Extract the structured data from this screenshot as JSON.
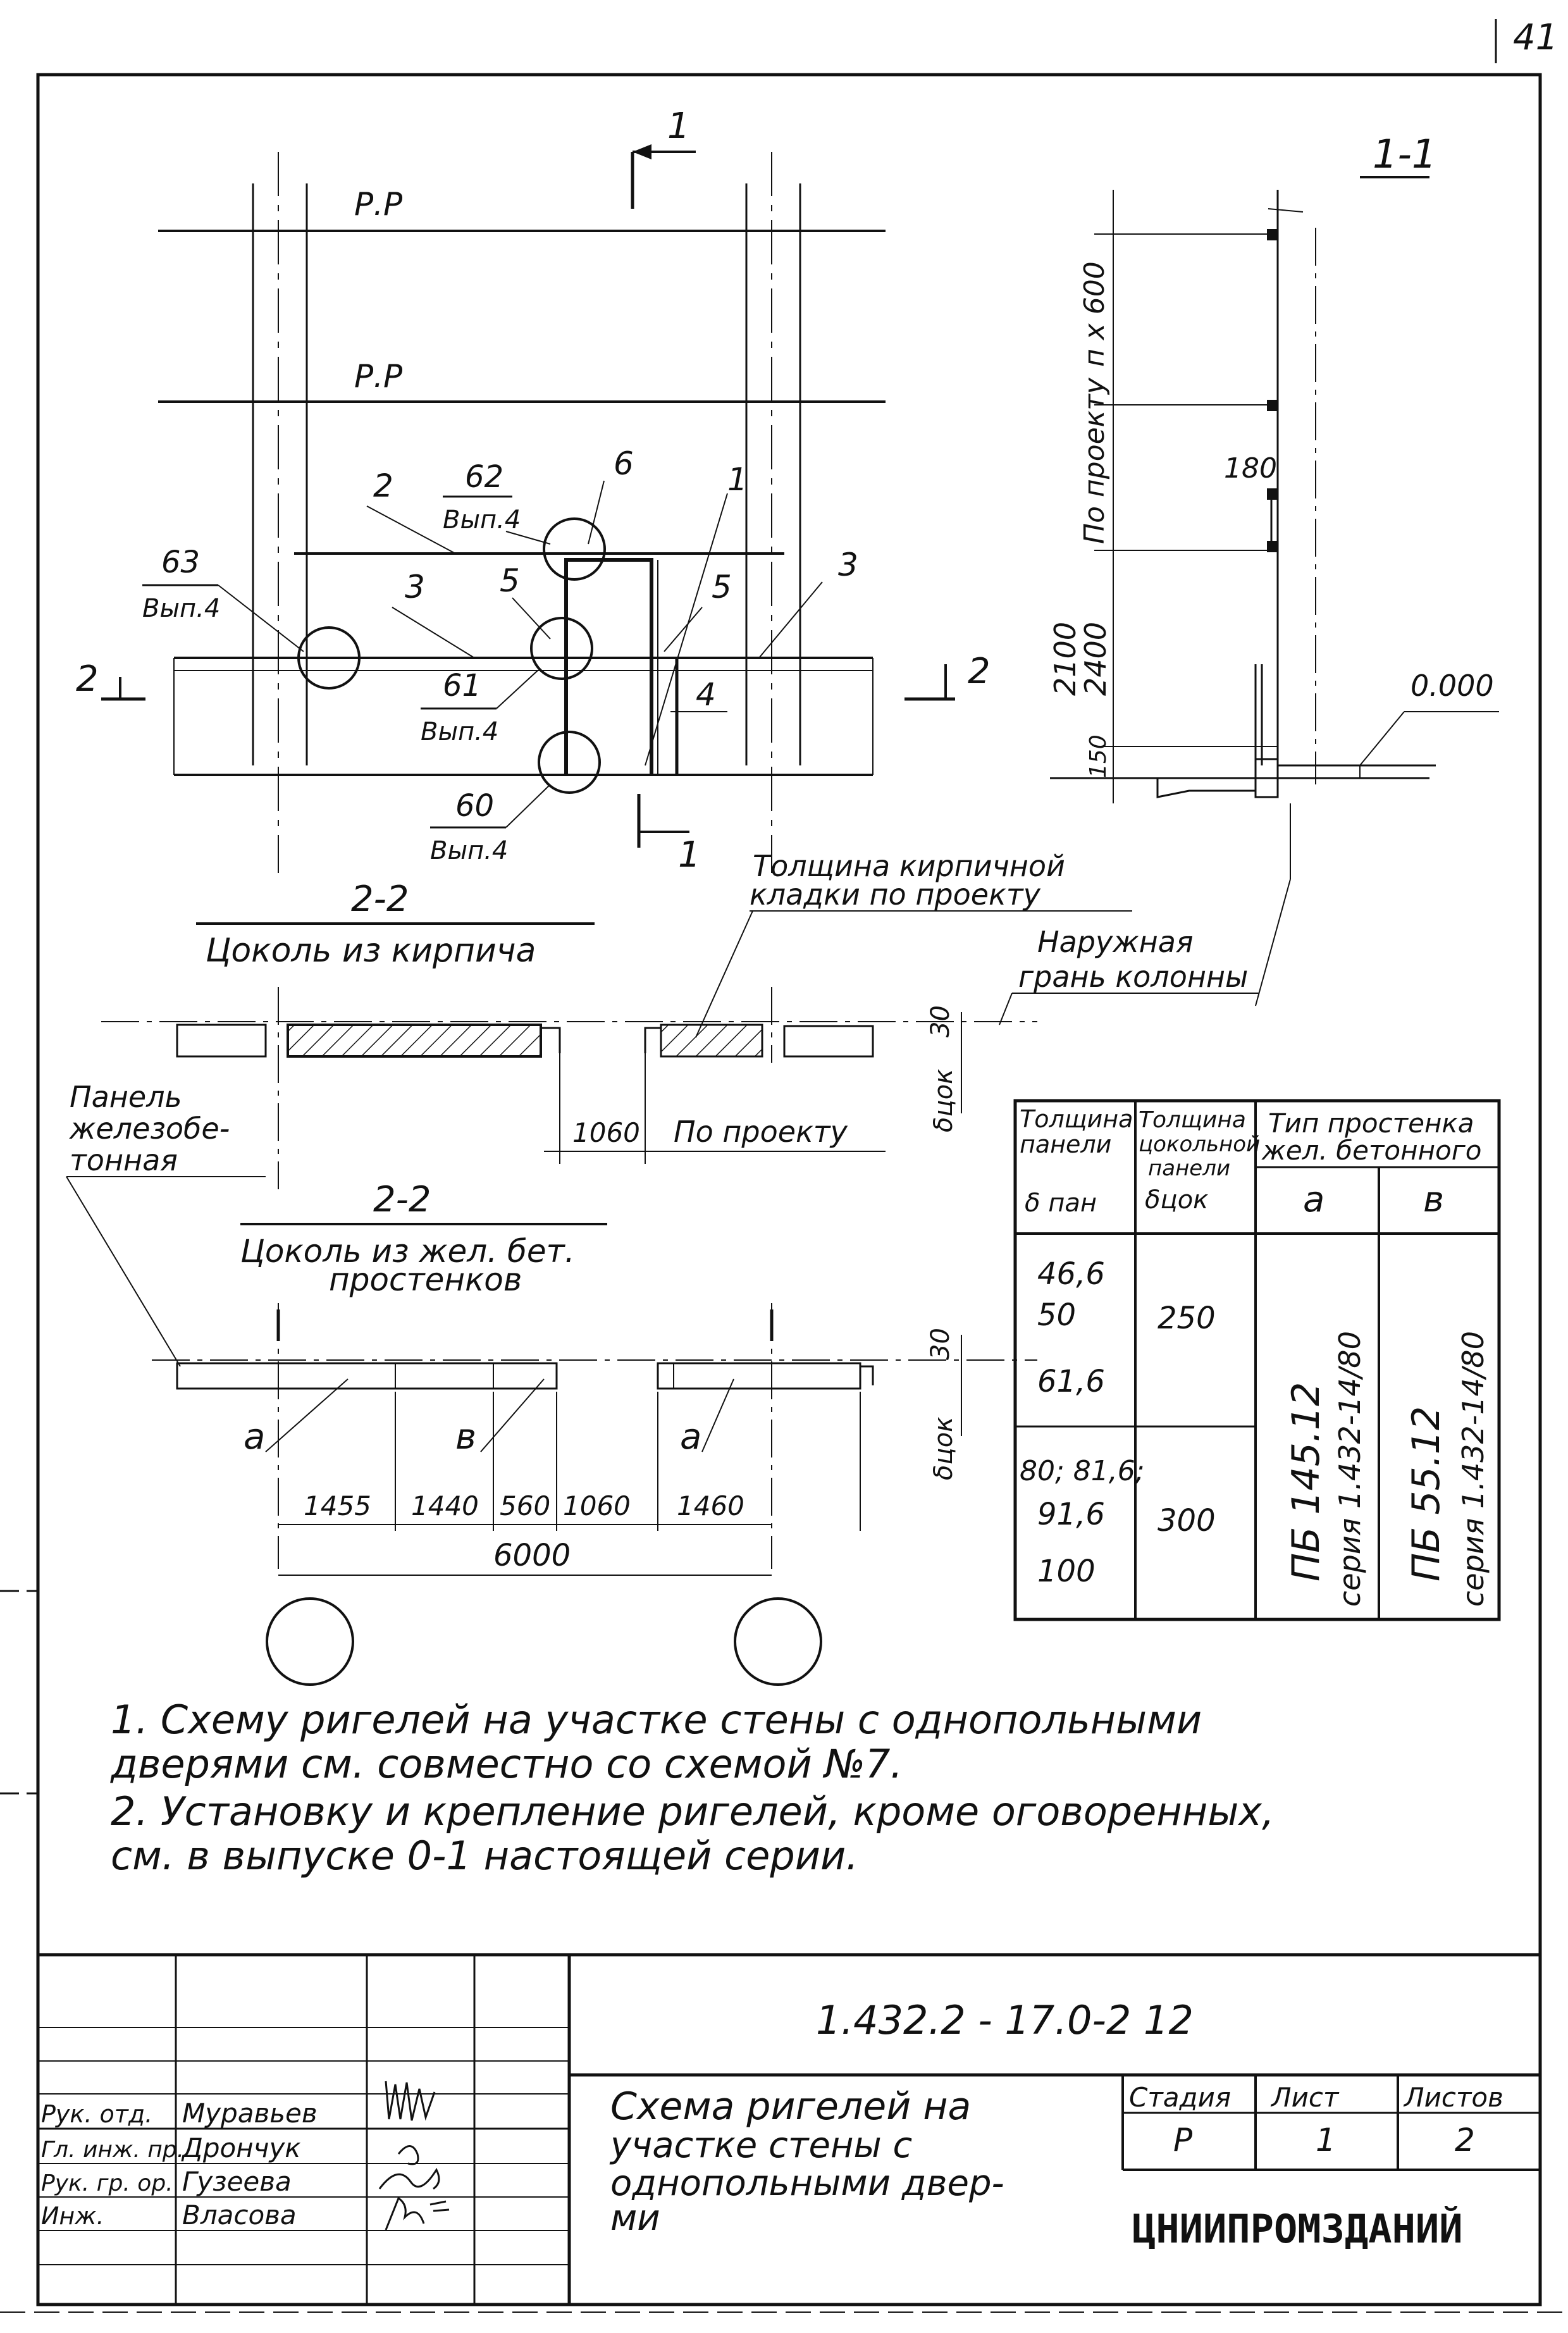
{
  "page_number": "41",
  "plan": {
    "axis_labels": [
      "1",
      "1",
      "2",
      "2"
    ],
    "level_labels": [
      "Р.Р",
      "Р.Р"
    ],
    "callouts": [
      "2",
      "3",
      "3",
      "4",
      "5",
      "5",
      "1",
      "6"
    ],
    "nodes": [
      {
        "num": "62",
        "sub": "Вып.4"
      },
      {
        "num": "63",
        "sub": "Вып.4"
      },
      {
        "num": "61",
        "sub": "Вып.4"
      },
      {
        "num": "60",
        "sub": "Вып.4"
      }
    ]
  },
  "section_1_1": {
    "title": "1-1",
    "dims": [
      "п х 600",
      "По проекту",
      "2100",
      "2400",
      "150"
    ],
    "dim_180": "180",
    "level": "0.000"
  },
  "section_2_2_brick": {
    "title": "2-2",
    "subtitle": "Цоколь из кирпича",
    "note_brick": [
      "Толщина кирпичной",
      "кладки по проекту"
    ],
    "note_face": [
      "Наружная",
      "грань колонны"
    ],
    "dim_30": "30",
    "dim_b": "δцок",
    "dim_1060": "1060",
    "dim_project": "По проекту"
  },
  "panel_label": [
    "Панель",
    "железобе-",
    "тонная"
  ],
  "section_2_2_concrete": {
    "title": "2-2",
    "subtitle": [
      "Цоколь из жел. бет.",
      "простенков"
    ],
    "labels": [
      "а",
      "в",
      "а"
    ],
    "dim_30": "30",
    "dim_b": "δцок",
    "dims": [
      "1455",
      "1440",
      "560",
      "1060",
      "1460"
    ],
    "total": "6000"
  },
  "table": {
    "headers": {
      "c1": [
        "Толщина",
        "панели"
      ],
      "c2": [
        "Толщина",
        "цокольной",
        "панели"
      ],
      "c34": [
        "Тип простенка",
        "жел. бетонного"
      ],
      "c1_sym": "δ пан",
      "c2_sym": "δцок",
      "c3": "а",
      "c4": "в"
    },
    "group1": {
      "thick": [
        "46,6",
        "50",
        "61,6"
      ],
      "plinth": "250"
    },
    "group2": {
      "thick": [
        "80; 81,6;",
        "91,6",
        "100"
      ],
      "plinth": "300"
    },
    "type_a": [
      "ПБ 145.12",
      "серия 1.432-14/80"
    ],
    "type_b": [
      "ПБ 55.12",
      "серия 1.432-14/80"
    ]
  },
  "notes": [
    "1.  Схему ригелей на участке стены с однопольными",
    "     дверями см. совместно со схемой №7.",
    "2.  Установку и крепление ригелей, кроме оговоренных,",
    "     см. в выпуске 0-1 настоящей серии."
  ],
  "title_block": {
    "code": "1.432.2 - 17.0-2  12",
    "roles": [
      "Рук. отд.",
      "Гл. инж. пр.",
      "Рук. гр. ор.",
      "Инж."
    ],
    "names": [
      "Муравьев",
      "Дрончук",
      "Гузеева",
      "Власова"
    ],
    "title": [
      "Схема ригелей на",
      "участке стены с",
      "однопольными двер-",
      "ми"
    ],
    "stage_label": "Стадия",
    "sheet_label": "Лист",
    "sheets_label": "Листов",
    "stage": "Р",
    "sheet": "1",
    "sheets": "2",
    "org": "ЦНИИПРОМЗДАНИЙ"
  }
}
